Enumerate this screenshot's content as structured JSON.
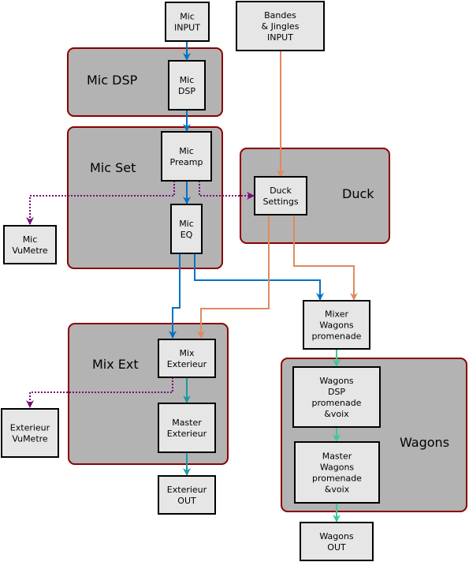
{
  "colors": {
    "group_fill": "#b3b3b3",
    "group_border": "#8b0000",
    "node_fill": "#e6e6e6",
    "blue": "#0072c6",
    "orange": "#e08a5f",
    "teal": "#1c9aa0",
    "green": "#3cc89a",
    "purple": "#7a0a7a"
  },
  "groups": {
    "mic_dsp": "Mic DSP",
    "mic_set": "Mic Set",
    "duck": "Duck",
    "mix_ext": "Mix Ext",
    "wagons": "Wagons"
  },
  "nodes": {
    "mic_input": [
      "Mic",
      "INPUT"
    ],
    "bandes_input": [
      "Bandes",
      "& Jingles",
      "INPUT"
    ],
    "mic_dsp": [
      "Mic",
      "DSP"
    ],
    "mic_preamp": [
      "Mic",
      "Preamp"
    ],
    "mic_eq": [
      "Mic",
      "EQ"
    ],
    "duck_settings": [
      "Duck",
      "Settings"
    ],
    "mic_vumetre": [
      "Mic",
      "VuMetre"
    ],
    "mixer_wagons": [
      "Mixer",
      "Wagons",
      "promenade"
    ],
    "mix_exterieur": [
      "Mix",
      "Exterieur"
    ],
    "master_exterieur": [
      "Master",
      "Exterieur"
    ],
    "exterieur_vumetre": [
      "Exterieur",
      "VuMetre"
    ],
    "exterieur_out": [
      "Exterieur",
      "OUT"
    ],
    "wagons_dsp": [
      "Wagons",
      "DSP",
      "promenade",
      "&voix"
    ],
    "master_wagons": [
      "Master",
      "Wagons",
      "promenade",
      "&voix"
    ],
    "wagons_out": [
      "Wagons",
      "OUT"
    ]
  }
}
